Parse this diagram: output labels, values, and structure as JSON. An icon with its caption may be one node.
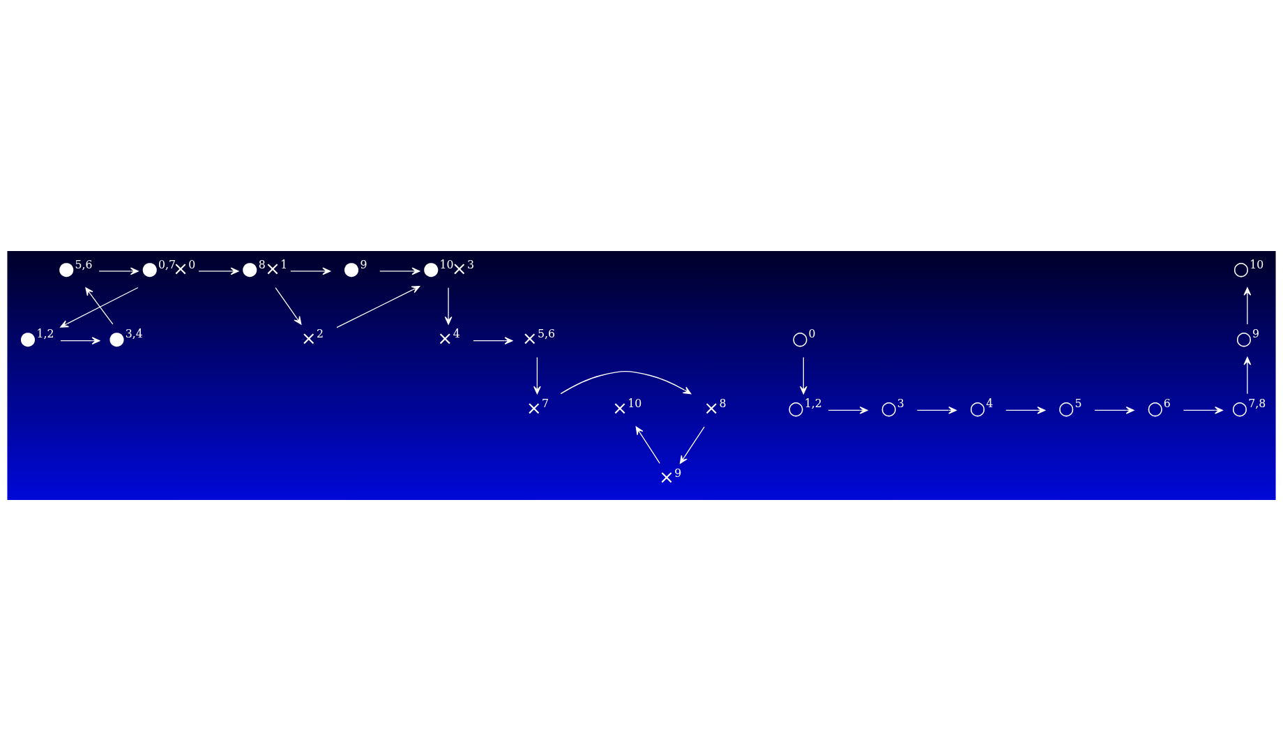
{
  "diagram": {
    "nodes": [
      {
        "text": [
          "●$^{5,6}$"
        ]
      },
      {
        "text": [
          "●$^{0,7}$×$^{0}$"
        ]
      },
      {
        "text": [
          "●$^{8}$×$^{1}$"
        ]
      },
      {
        "text": [
          "●$^{9}$"
        ]
      },
      {
        "text": [
          "●$^{10}$×$^{3}$"
        ]
      },
      {
        "text": [
          "●$^{3,4}$"
        ]
      },
      {
        "text": [
          "●$^{1,2}$"
        ]
      },
      {
        "text": [
          "×$^{2}$"
        ]
      },
      {
        "text": [
          "×$^{4}$"
        ]
      },
      {
        "text": [
          "×$^{5,6}$"
        ]
      },
      {
        "text": [
          "×$^{7}$"
        ]
      },
      {
        "text": [
          "×$^{8}$"
        ]
      },
      {
        "text": [
          "×$^{10}$"
        ]
      },
      {
        "text": [
          "×$^{9}$"
        ]
      },
      {
        "text": [
          "○$^{10}$"
        ]
      },
      {
        "text": [
          "○$^{0}$"
        ]
      },
      {
        "text": [
          "○$^{9}$"
        ]
      },
      {
        "text": [
          "○$^{1,2}$"
        ]
      },
      {
        "text": [
          "○$^{3}$"
        ]
      },
      {
        "text": [
          "○$^{4}$"
        ]
      },
      {
        "text": [
          "○$^{5}$"
        ]
      },
      {
        "text": [
          "○$^{6}$"
        ]
      },
      {
        "text": [
          "○$^{7,8}$"
        ]
      }
    ],
    "edges": [
      {
        "from": 0,
        "to": 1,
        "arrow": "to"
      },
      {
        "from": 1,
        "to": 2,
        "arrow": "to"
      },
      {
        "from": 2,
        "to": 3,
        "arrow": "to"
      },
      {
        "from": 3,
        "to": 4,
        "arrow": "to"
      },
      {
        "from": 1,
        "to": 6,
        "arrow": "to"
      },
      {
        "from": 6,
        "to": 5,
        "arrow": "to"
      },
      {
        "from": 5,
        "to": 0,
        "arrow": "to"
      },
      {
        "from": 2,
        "to": 7,
        "arrow": "to"
      },
      {
        "from": 7,
        "to": 4,
        "arrow": "to"
      },
      {
        "from": 4,
        "to": 8,
        "arrow": "to"
      },
      {
        "from": 8,
        "to": 9,
        "arrow": "to"
      },
      {
        "from": 9,
        "to": 10,
        "arrow": "to"
      },
      {
        "from": 10,
        "to": 11,
        "arrow": "to"
      },
      {
        "from": 11,
        "to": 13,
        "arrow": "to"
      },
      {
        "from": 13,
        "to": 12,
        "arrow": "to"
      },
      {
        "from": 15,
        "to": 17,
        "arrow": "to"
      },
      {
        "from": 17,
        "to": 18,
        "arrow": "to"
      },
      {
        "from": 18,
        "to": 19,
        "arrow": "to"
      },
      {
        "from": 19,
        "to": 20,
        "arrow": "to"
      },
      {
        "from": 20,
        "to": 21,
        "arrow": "to"
      },
      {
        "from": 21,
        "to": 22,
        "arrow": "to"
      },
      {
        "from": 22,
        "to": 16,
        "arrow": "to"
      },
      {
        "from": 16,
        "to": 14,
        "arrow": "to"
      }
    ]
  }
}
